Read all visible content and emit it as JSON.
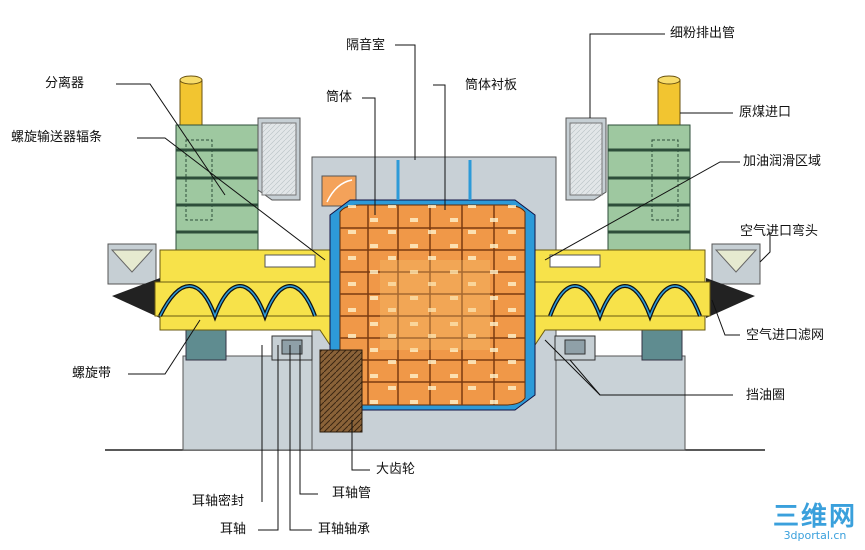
{
  "labels": {
    "separator": "分离器",
    "screw_conveyor_spoke": "螺旋输送器辐条",
    "spiral_band": "螺旋带",
    "sound_insulation_room": "隔音室",
    "shell": "筒体",
    "shell_liner": "筒体衬板",
    "fine_powder_outlet": "细粉排出管",
    "raw_coal_inlet": "原煤进口",
    "oil_lubrication_area": "加油润滑区域",
    "air_inlet_elbow": "空气进口弯头",
    "air_inlet_filter": "空气进口滤网",
    "oil_retaining_ring": "挡油圈",
    "large_gear": "大齿轮",
    "trunnion_seal": "耳轴密封",
    "trunnion_tube": "耳轴管",
    "trunnion": "耳轴",
    "trunnion_bearing": "耳轴轴承"
  },
  "watermark": {
    "main": "三维网",
    "sub": "3dportal.cn"
  },
  "colors": {
    "shell_orange": "#f09848",
    "separator_green": "#9ec8a0",
    "trunnion_yellow": "#f7e24a",
    "housing_gray": "#c6cfd4",
    "support_teal": "#5f8c90",
    "pipe_yellow": "#f2c530",
    "gear_brown": "#6b4a2a",
    "accent_blue": "#3aa0dc"
  }
}
